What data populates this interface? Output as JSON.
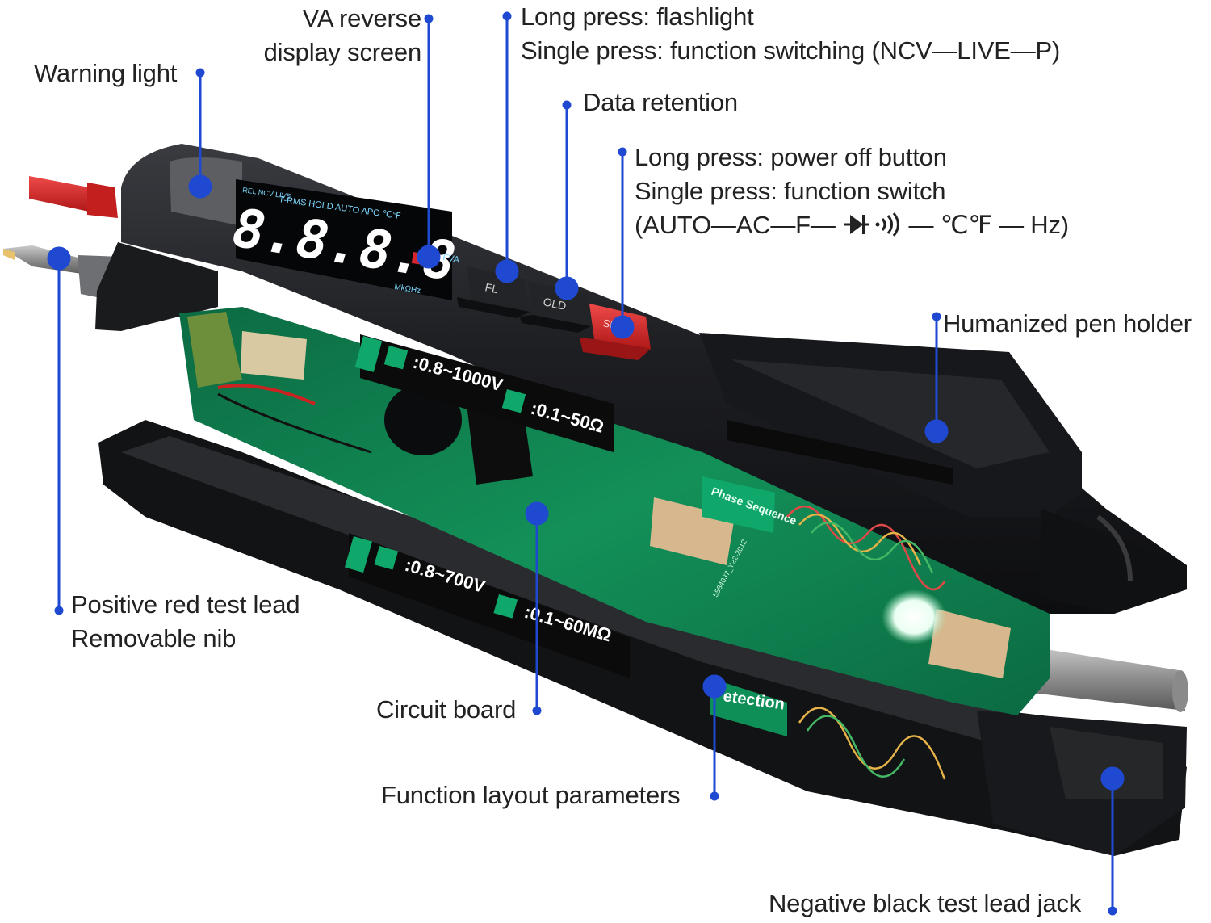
{
  "colors": {
    "leader": "#1f49d0",
    "accent_red": "#d6272b",
    "pcb": "#0e7a4c",
    "body": "#1c1d20"
  },
  "labels": {
    "warning_light": "Warning light",
    "va_reverse_1": "VA reverse",
    "va_reverse_2": "display screen",
    "flashlight_1": "Long press: flashlight",
    "flashlight_2": "Single press: function switching (NCV—LIVE—P)",
    "data_retention": "Data retention",
    "power_1": "Long press: power off button",
    "power_2": "Single press: function switch",
    "power_3a": "(AUTO—AC—F—",
    "power_3b": "— ℃℉ — Hz)",
    "pen_holder": "Humanized pen holder",
    "positive_lead_1": "Positive red test lead",
    "positive_lead_2": "Removable nib",
    "circuit_board": "Circuit board",
    "function_layout": "Function layout parameters",
    "negative_jack": "Negative black test lead jack"
  },
  "device": {
    "lcd_top": "T-RMS HOLD AUTO APO ℃℉",
    "lcd_left": "REL NCV LIVE",
    "lcd_digits": "8.8.8.8",
    "lcd_units": "MkΩHz",
    "lcd_fva": "FVA",
    "btn_flash": "FL",
    "btn_hold": "OLD",
    "btn_power": "SEL",
    "spec_a_volt": ":0.8~1000V",
    "spec_a_ohm": ":0.1~50Ω",
    "spec_b_volt": ":0.8~700V",
    "spec_b_ohm": ":0.1~60MΩ",
    "phase_label": "Phase Sequence",
    "detection_label": "etection",
    "pcb_code": "5584037_Y22-2012"
  }
}
